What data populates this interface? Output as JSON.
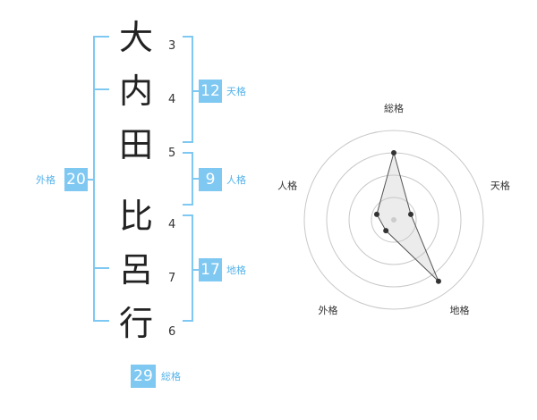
{
  "characters": [
    {
      "char": "大",
      "strokes": "3"
    },
    {
      "char": "内",
      "strokes": "4"
    },
    {
      "char": "田",
      "strokes": "5"
    },
    {
      "char": "比",
      "strokes": "4"
    },
    {
      "char": "呂",
      "strokes": "7"
    },
    {
      "char": "行",
      "strokes": "6"
    }
  ],
  "scores": {
    "tenkaku": {
      "value": "12",
      "label": "天格"
    },
    "jinkaku": {
      "value": "9",
      "label": "人格"
    },
    "chikaku": {
      "value": "17",
      "label": "地格"
    },
    "gaikaku": {
      "value": "20",
      "label": "外格"
    },
    "soukaku": {
      "value": "29",
      "label": "総格"
    }
  },
  "chart_data": {
    "type": "radar",
    "axes": [
      "総格",
      "天格",
      "地格",
      "外格",
      "人格"
    ],
    "values": [
      0.75,
      0.2,
      0.85,
      0.15,
      0.2
    ],
    "rings": 4,
    "center_dot": true
  }
}
